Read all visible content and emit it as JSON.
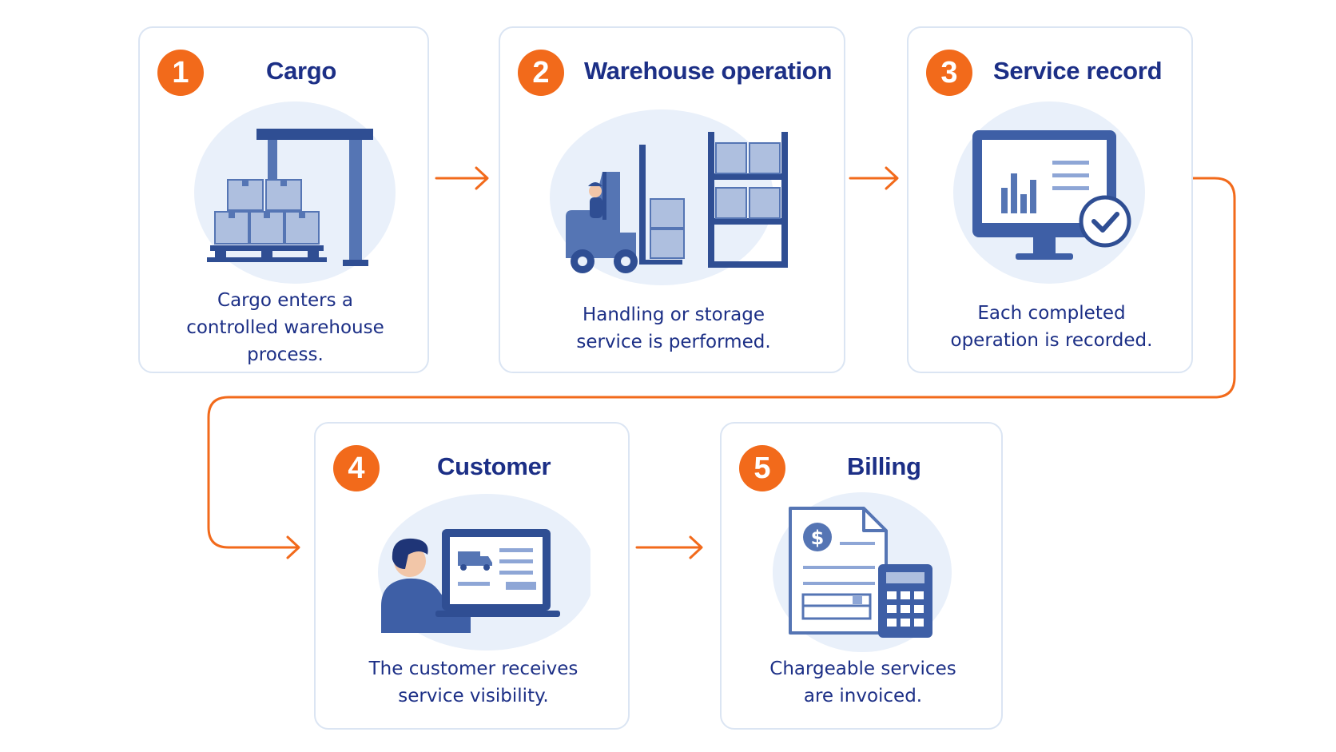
{
  "colors": {
    "accent": "#f26a1b",
    "title": "#1c2f86",
    "card_border": "#dbe5f3",
    "illustration_blue": "#5575b4",
    "illustration_light": "#e9f0fa"
  },
  "steps": [
    {
      "number": "1",
      "title": "Cargo",
      "description": [
        "Cargo enters a",
        "controlled warehouse",
        "process."
      ],
      "icon": "pallet-crane-icon"
    },
    {
      "number": "2",
      "title": "Warehouse operation",
      "description": [
        "Handling or storage",
        "service is performed."
      ],
      "icon": "forklift-shelving-icon"
    },
    {
      "number": "3",
      "title": "Service record",
      "description": [
        "Each completed",
        "operation is recorded."
      ],
      "icon": "monitor-checkmark-icon"
    },
    {
      "number": "4",
      "title": "Customer",
      "description": [
        "The customer receives",
        "service visibility."
      ],
      "icon": "person-laptop-icon"
    },
    {
      "number": "5",
      "title": "Billing",
      "description": [
        "Chargeable services",
        "are invoiced."
      ],
      "icon": "invoice-calculator-icon"
    }
  ]
}
